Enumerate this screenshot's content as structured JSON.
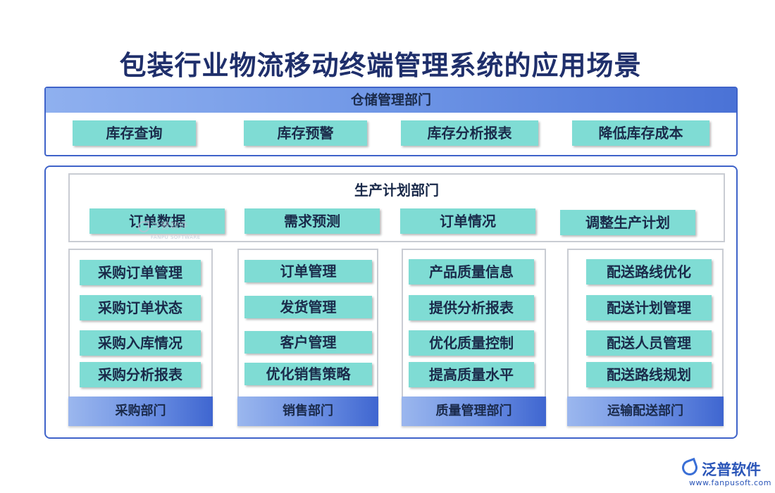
{
  "title": "包装行业物流移动终端管理系统的应用场景",
  "storage": {
    "header": "仓储管理部门",
    "items": [
      "库存查询",
      "库存预警",
      "库存分析报表",
      "降低库存成本"
    ]
  },
  "production": {
    "title": "生产计划部门",
    "items": [
      "订单数据",
      "需求预测",
      "订单情况",
      "调整生产计划"
    ]
  },
  "columns": [
    {
      "label": "采购部门",
      "items": [
        "采购订单管理",
        "采购订单状态",
        "采购入库情况",
        "采购分析报表"
      ]
    },
    {
      "label": "销售部门",
      "items": [
        "订单管理",
        "发货管理",
        "客户管理",
        "优化销售策略"
      ]
    },
    {
      "label": "质量管理部门",
      "items": [
        "产品质量信息",
        "提供分析报表",
        "优化质量控制",
        "提高质量水平"
      ]
    },
    {
      "label": "运输配送部门",
      "items": [
        "配送路线优化",
        "配送计划管理",
        "配送人员管理",
        "配送路线规划"
      ]
    }
  ],
  "watermark": {
    "text": "泛普软件",
    "sub": "FANPU SOFTWARE"
  },
  "logo": {
    "name": "泛普软件",
    "url": "www.fanpusoft.com"
  }
}
